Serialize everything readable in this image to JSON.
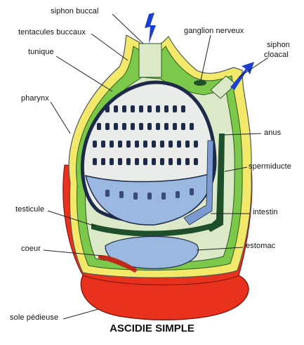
{
  "title": "ASCIDIE SIMPLE",
  "labels": {
    "siphon_buccal": "siphon buccal",
    "tentacules_buccaux": "tentacules buccaux",
    "tunique": "tunique",
    "ganglion_nerveux": "ganglion nerveux",
    "siphon_cloacal_1": "siphon",
    "siphon_cloacal_2": "cloacal",
    "pharynx": "pharynx",
    "anus": "anus",
    "spermiducte": "spermiducte",
    "testicule": "testicule",
    "intestin": "intestin",
    "coeur": "coeur",
    "estomac": "estomac",
    "sole_pedieuse": "sole pédieuse"
  },
  "colors": {
    "tunic_outer": "#f2e86a",
    "tunic_green": "#7cc84a",
    "base_red": "#e8321e",
    "pharynx_fill": "#e9ece9",
    "pharynx_dark": "#1e2a4a",
    "blue_organ": "#9bb8e0",
    "siphon_arrow": "#1a3fd0",
    "cavity": "#dbe9c8",
    "gonad_green": "#1f4f2a"
  }
}
